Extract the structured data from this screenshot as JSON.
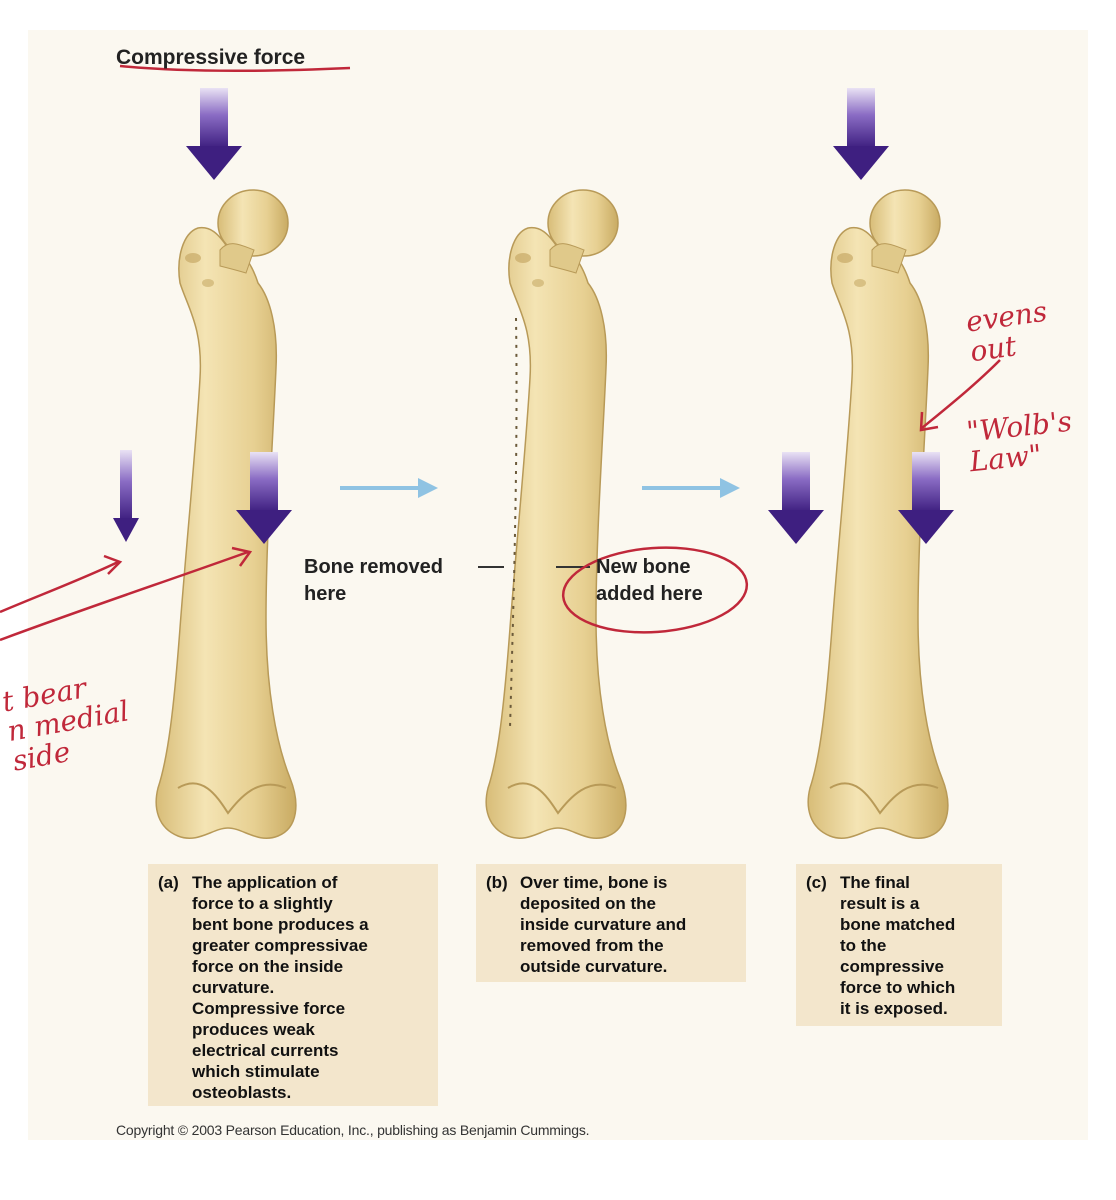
{
  "title": "Compressive force",
  "labels": {
    "bone_removed": "Bone removed\nhere",
    "new_bone": "New bone\nadded here"
  },
  "captions": [
    {
      "tag": "(a)",
      "text": "The application of\nforce to a slightly\nbent bone produces a\ngreater compressivae\nforce on the inside\ncurvature.\nCompressive force\nproduces weak\nelectrical currents\nwhich stimulate\nosteoblasts."
    },
    {
      "tag": "(b)",
      "text": "Over time, bone is\ndeposited on the\ninside curvature and\nremoved from the\noutside curvature."
    },
    {
      "tag": "(c)",
      "text": "The final\nresult is a\nbone matched\nto the\ncompressive\nforce to which\nit is exposed."
    }
  ],
  "copyright": "Copyright © 2003 Pearson Education, Inc., publishing as Benjamin Cummings.",
  "handwritten": {
    "left_note": "t bear\nn medial\nside",
    "right_note_1": "evens\nout",
    "right_note_2": "\"Wolb's\nLaw\""
  },
  "colors": {
    "bone": "#e9d59a",
    "bone_shade": "#c9ae6a",
    "force_arrow": "#4a2a8a",
    "flow_arrow": "#8fc3e3",
    "annotation": "#c0283a"
  }
}
